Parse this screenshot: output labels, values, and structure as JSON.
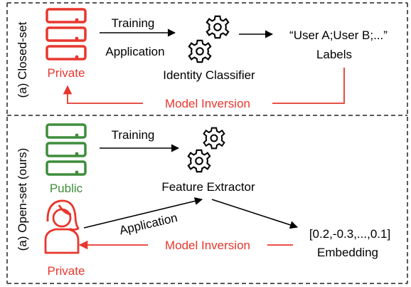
{
  "colors": {
    "red": "#e8372e",
    "green": "#3f8d3c",
    "black": "#000000",
    "dash": "#222222"
  },
  "closed_set": {
    "side_label": "(a) Closed-set",
    "db_label": "Private",
    "db_icon": "database-icon",
    "training_label": "Training",
    "application_label": "Application",
    "gears_icon": "gears-icon",
    "classifier_label": "Identity Classifier",
    "output_text": "“User A;User B;...”",
    "output_label": "Labels",
    "inversion_label": "Model Inversion"
  },
  "open_set": {
    "side_label": "(a) Open-set (ours)",
    "db_label": "Public",
    "db_icon": "database-icon",
    "training_label": "Training",
    "gears_icon": "gears-icon",
    "extractor_label": "Feature Extractor",
    "user_icon": "user-icon",
    "user_label": "Private",
    "application_label": "Application",
    "embedding_text": "[0.2,-0.3,...,0.1]",
    "embedding_label": "Embedding",
    "inversion_label": "Model Inversion"
  }
}
